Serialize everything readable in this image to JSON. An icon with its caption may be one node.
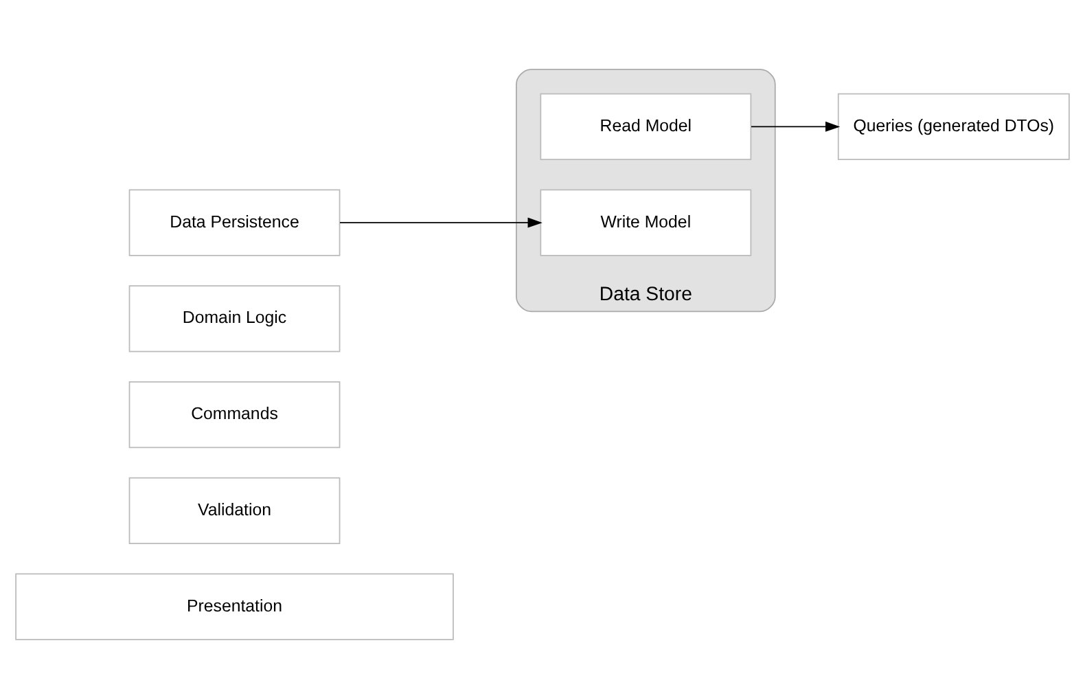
{
  "diagram": {
    "nodes": [
      {
        "text": [
          "Presentation"
        ]
      },
      {
        "text": [
          "Validation"
        ]
      },
      {
        "text": [
          "Commands"
        ]
      },
      {
        "text": [
          "Domain Logic"
        ]
      },
      {
        "text": [
          "Data Persistence"
        ]
      },
      {
        "text": [
          "Data Store"
        ]
      },
      {
        "text": [
          "Read Model"
        ],
        "in": 5
      },
      {
        "text": [
          "Write Model"
        ],
        "in": 5
      },
      {
        "text": [
          "Queries (generated DTOs)"
        ]
      }
    ],
    "edges": [
      {
        "from": 4,
        "to": 7,
        "arrow": "to"
      },
      {
        "from": 6,
        "to": 8,
        "arrow": "to"
      }
    ]
  }
}
